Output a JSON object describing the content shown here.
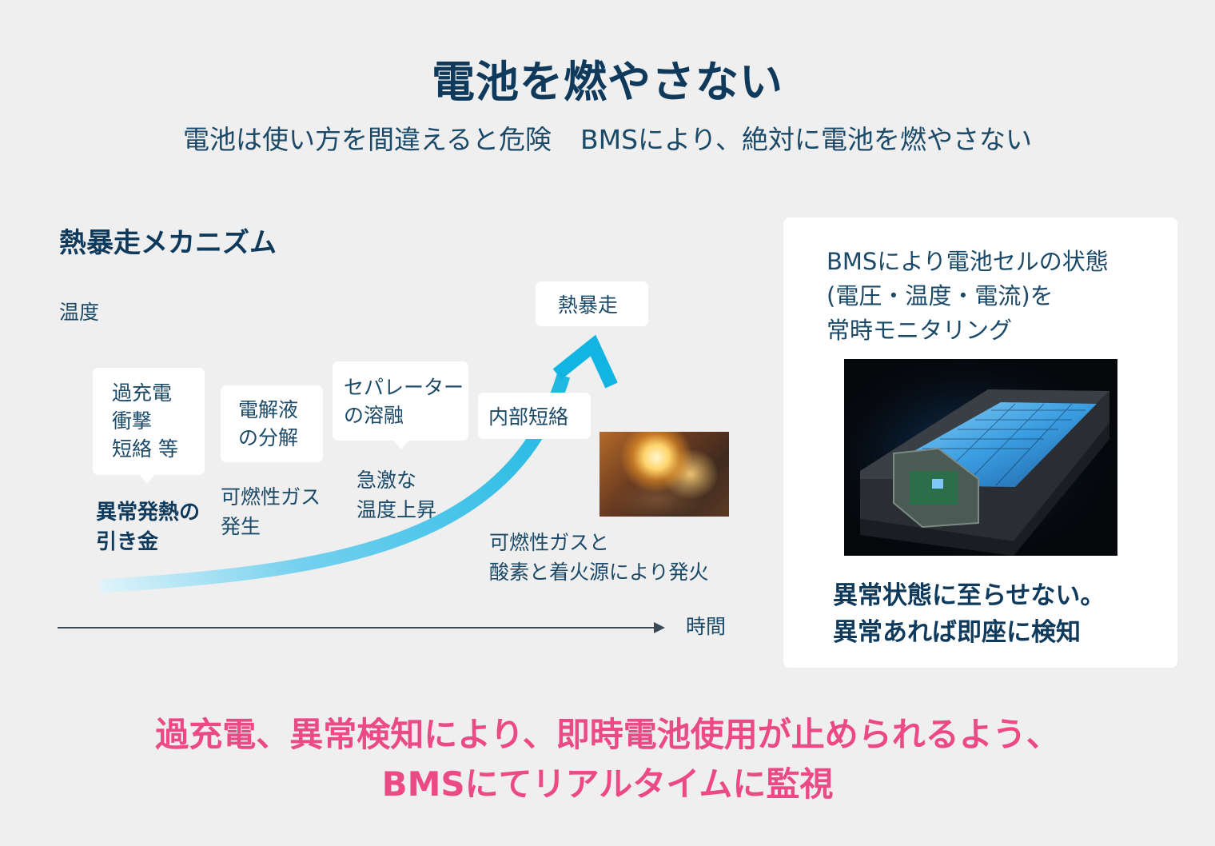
{
  "header": {
    "title": "電池を燃やさない",
    "subtitle_left": "電池は使い方を間違えると危険",
    "subtitle_right": "BMSにより、絶対に電池を燃やさない"
  },
  "diagram": {
    "section_title": "熱暴走メカニズム",
    "y_axis_label": "温度",
    "x_axis_label": "時間",
    "peak_label": "熱暴走",
    "stages": [
      {
        "bubble": [
          "過充電",
          "衝撃",
          "短絡 等"
        ],
        "caption": [
          "異常発熱の",
          "引き金"
        ]
      },
      {
        "bubble": [
          "電解液",
          "の分解"
        ],
        "caption": [
          "可燃性ガス",
          "発生"
        ]
      },
      {
        "bubble": [
          "セパレーター",
          "の溶融"
        ],
        "caption": [
          "急激な",
          "温度上昇"
        ]
      },
      {
        "bubble": [
          "内部短絡"
        ],
        "caption": [
          "可燃性ガスと",
          "酸素と着火源により発火"
        ]
      }
    ],
    "fire_image": "fire-photo",
    "colors": {
      "arrow": "#17b8e3",
      "arrow_start": "#d7f1fa"
    }
  },
  "bms_card": {
    "description": [
      "BMSにより電池セルの状態",
      "(電圧・温度・電流)を",
      "常時モニタリング"
    ],
    "image": "battery-pack-image",
    "emphasis": [
      "異常状態に至らせない。",
      "異常あれば即座に検知"
    ]
  },
  "footer": {
    "lines": [
      "過充電、異常検知により、即時電池使用が止められるよう、",
      "BMSにてリアルタイムに監視"
    ],
    "color": "#ec4a85"
  }
}
